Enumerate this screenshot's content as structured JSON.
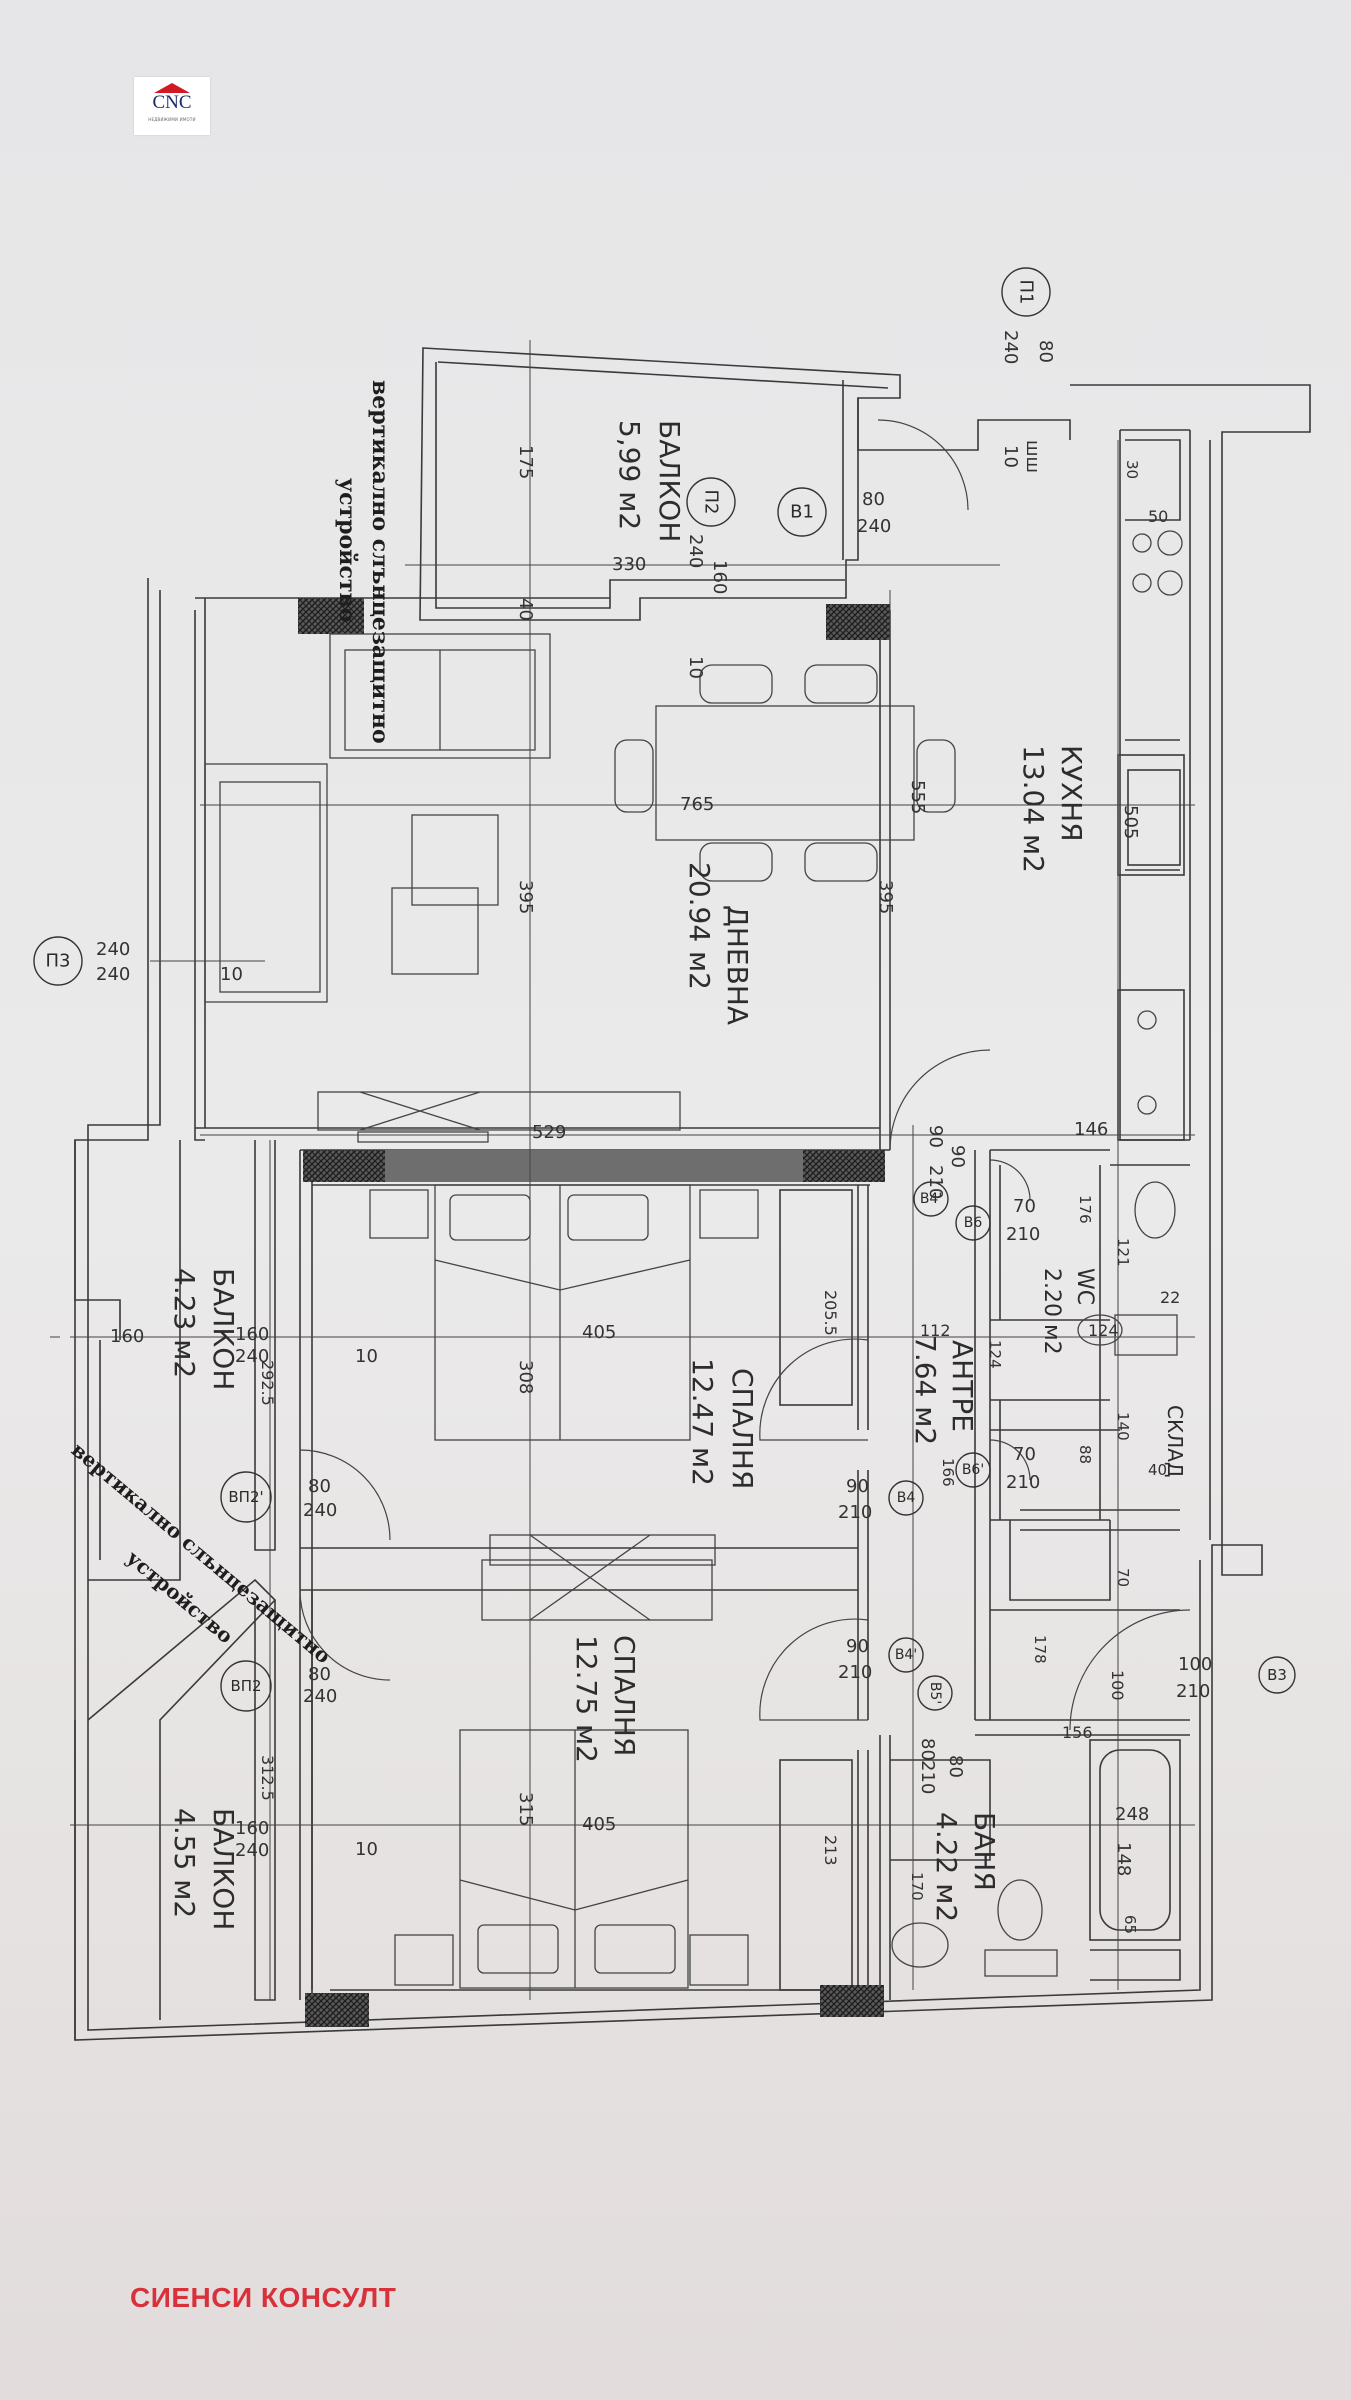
{
  "logo": {
    "text": "CNC",
    "subtitle": "НЕДВИЖИМИ ИМОТИ"
  },
  "footer": {
    "company": "СИЕНСИ КОНСУЛТ"
  },
  "colors": {
    "line": "#3a3a3a",
    "hatch": "#2e2e2e",
    "brand_red": "#d8313a",
    "brand_blue": "#1b2a6b"
  },
  "rooms": {
    "balcony_top": {
      "name": "БАЛКОН",
      "area": "5,99 м2"
    },
    "kitchen": {
      "name": "КУХНЯ",
      "area": "13.04 м2"
    },
    "living": {
      "name": "ДНЕВНА",
      "area": "20.94 м2"
    },
    "bedroom1": {
      "name": "СПАЛНЯ",
      "area": "12.47 м2"
    },
    "bedroom2": {
      "name": "СПАЛНЯ",
      "area": "12.75 м2"
    },
    "hall": {
      "name": "АНТРЕ",
      "area": "7.64 м2"
    },
    "wc": {
      "name": "WC",
      "area": "2.20 м2"
    },
    "storage": {
      "name": "СКЛАД"
    },
    "bath": {
      "name": "БАНЯ",
      "area": "4.22 м2"
    },
    "balcony_left1": {
      "name": "БАЛКОН",
      "area": "4.23 м2"
    },
    "balcony_left2": {
      "name": "БАЛКОН",
      "area": "4.55 м2"
    }
  },
  "notes": {
    "sunshade_top": "вертикално слънцезащитно",
    "sunshade_top2": "устройство",
    "sunshade_left": "вертикално слънцезащитно",
    "sunshade_left2": "устройство"
  },
  "tags": {
    "p1": "П1",
    "p2": "П2",
    "p3": "П3",
    "b1": "В1",
    "b3": "В3",
    "b4a": "В4'",
    "b4b": "В4",
    "b4c": "В4'",
    "b5": "В5'",
    "b6": "В6",
    "b6b": "В6'",
    "vp2a": "ВП2'",
    "vp2b": "ВП2"
  },
  "dims": {
    "d80": "80",
    "d240a": "240",
    "d10a": "10",
    "d_sh1": "шш",
    "d175": "175",
    "d330": "330",
    "d40": "40",
    "d160a": "160",
    "d240b": "240",
    "d10b": "10",
    "d80b": "80",
    "d240c": "240",
    "d30": "30",
    "d50": "50",
    "d765": "765",
    "d555": "555",
    "d505": "505",
    "d395a": "395",
    "d395b": "395",
    "d240p3a": "240",
    "d240p3b": "240",
    "d10c": "10",
    "d529": "529",
    "d90a": "90",
    "d90b": "90",
    "d210a": "210",
    "d146": "146",
    "d70a": "70",
    "d210b": "210",
    "d176": "176",
    "d121": "121",
    "d22": "22",
    "d205": "205.5",
    "d112": "112",
    "d124a": "124",
    "d124b": "124",
    "d160b": "160",
    "d160c": "160",
    "d240d": "240",
    "d405a": "405",
    "d308": "308",
    "d10d": "10",
    "d292": "292.5",
    "d140": "140",
    "d88": "88",
    "d40b": "40",
    "d70b": "70",
    "d210c": "210",
    "d70c": "70",
    "d80c": "80",
    "d240e": "240",
    "d90c": "90",
    "d210d": "210",
    "d166": "166",
    "d90d": "90",
    "d210e": "210",
    "d80d": "80",
    "d240f": "240",
    "d178": "178",
    "d100a": "100",
    "d100b": "100",
    "d210f": "210",
    "d156": "156",
    "d312": "312.5",
    "d315": "315",
    "d405b": "405",
    "d160d": "160",
    "d240g": "240",
    "d10e": "10",
    "d213": "213",
    "d80e": "80",
    "d80f": "80",
    "d210g": "210",
    "d248": "248",
    "d148": "148",
    "d170": "170",
    "d65": "65"
  }
}
